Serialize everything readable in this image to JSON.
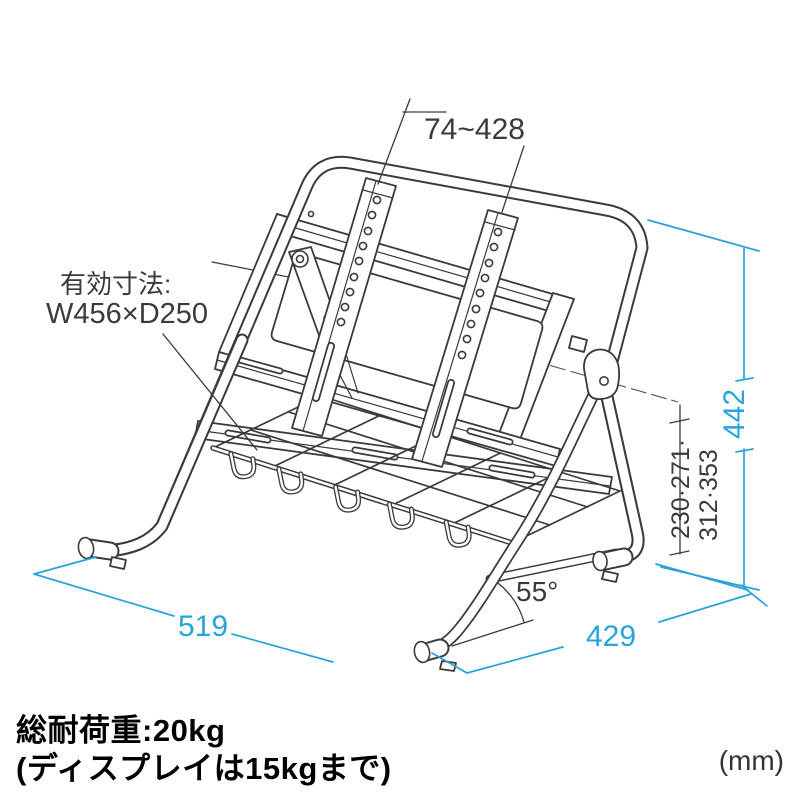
{
  "annotations": {
    "bracket_range": "74~428",
    "effective_size_line1": "有効寸法:",
    "effective_size_line2": "W456×D250",
    "overall_height": "442",
    "mount_positions_line1": "230·271·",
    "mount_positions_line2": "312·353",
    "overall_width": "519",
    "overall_depth": "429",
    "tilt_angle": "55°",
    "unit_label": "(mm)"
  },
  "footer": {
    "load_capacity": "総耐荷重:20kg",
    "load_note": "(ディスプレイは15kgまで)"
  },
  "colors": {
    "dimension_accent": "#29A3DC",
    "line_ink": "#3A3A3A",
    "text_ink": "#000000"
  }
}
